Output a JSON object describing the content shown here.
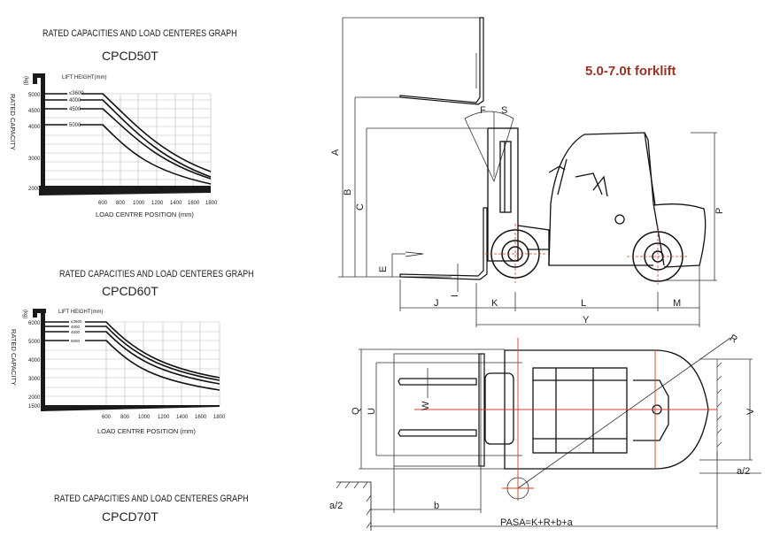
{
  "header": {
    "title": "5.0-7.0t forklift",
    "title_color": "#9a3324"
  },
  "graphs": [
    {
      "title": "RATED CAPACITIES AND LOAD CENTERES GRAPH",
      "model": "CPCD50T",
      "y_unit": "(kg)",
      "legend_title": "LIFT HEIGHT(mm)",
      "y_label": "RATED CAPACITY",
      "x_label": "LOAD CENTRE POSITION (mm)",
      "y_ticks": [
        "5000",
        "4500",
        "4000",
        "3000",
        "2000"
      ],
      "x_ticks": [
        "600",
        "800",
        "1000",
        "1200",
        "1400",
        "1600",
        "1800"
      ],
      "series_labels": [
        "≤3600",
        "4000",
        "4500",
        "5000"
      ]
    },
    {
      "title": "RATED CAPACITIES AND LOAD CENTERES GRAPH",
      "model": "CPCD60T",
      "y_unit": "(kg)",
      "legend_title": "LIFT HEIGHT(mm)",
      "y_label": "RATED CAPACITY",
      "x_label": "LOAD CENTRE POSITION (mm)",
      "y_ticks": [
        "6000",
        "5000",
        "4000",
        "3000",
        "2000",
        "1500"
      ],
      "x_ticks": [
        "600",
        "800",
        "1000",
        "1200",
        "1400",
        "1600",
        "1800"
      ],
      "series_labels": [
        "≤3600",
        "4000",
        "4500",
        "5000"
      ]
    },
    {
      "title": "RATED CAPACITIES AND LOAD CENTERES GRAPH",
      "model": "CPCD70T"
    }
  ],
  "chart_data": [
    {
      "type": "line",
      "title": "RATED CAPACITIES AND LOAD CENTERES GRAPH - CPCD50T",
      "xlabel": "LOAD CENTRE POSITION (mm)",
      "ylabel": "RATED CAPACITY (kg)",
      "x": [
        0,
        600,
        800,
        1000,
        1200,
        1400,
        1600,
        1800
      ],
      "series": [
        {
          "name": "≤3600",
          "values": [
            5000,
            5000,
            4350,
            3800,
            3350,
            3000,
            2700,
            2450
          ]
        },
        {
          "name": "4000",
          "values": [
            4800,
            4800,
            4200,
            3650,
            3200,
            2850,
            2550,
            2300
          ]
        },
        {
          "name": "4500",
          "values": [
            4500,
            4500,
            4000,
            3500,
            3100,
            2750,
            2500,
            2250
          ]
        },
        {
          "name": "5000",
          "values": [
            4000,
            4000,
            3500,
            3100,
            2750,
            2450,
            2250,
            2100
          ]
        }
      ],
      "ylim": [
        2000,
        5000
      ],
      "grid": true,
      "legend_position": "inline-left"
    },
    {
      "type": "line",
      "title": "RATED CAPACITIES AND LOAD CENTERES GRAPH - CPCD60T",
      "xlabel": "LOAD CENTRE POSITION (mm)",
      "ylabel": "RATED CAPACITY (kg)",
      "x": [
        0,
        600,
        800,
        1000,
        1200,
        1400,
        1600,
        1800
      ],
      "series": [
        {
          "name": "≤3600",
          "values": [
            6000,
            6000,
            5200,
            4600,
            4100,
            3700,
            3350,
            3050
          ]
        },
        {
          "name": "4000",
          "values": [
            5800,
            5800,
            5100,
            4500,
            4000,
            3600,
            3250,
            3000
          ]
        },
        {
          "name": "4500",
          "values": [
            5500,
            5500,
            4900,
            4300,
            3850,
            3450,
            3100,
            2850
          ]
        },
        {
          "name": "5000",
          "values": [
            5000,
            5000,
            4400,
            3900,
            3450,
            3100,
            2800,
            2550
          ]
        }
      ],
      "ylim": [
        1500,
        6000
      ],
      "grid": true,
      "legend_position": "inline-left"
    }
  ],
  "side_view": {
    "dimension_labels": [
      "A",
      "B",
      "C",
      "E",
      "F",
      "S",
      "I",
      "J",
      "K",
      "L",
      "M",
      "Y",
      "P"
    ]
  },
  "top_view": {
    "dimension_labels": [
      "Q",
      "U",
      "W",
      "R",
      "V",
      "a/2",
      "b",
      "a/2"
    ],
    "formula": "PASA=K+R+b+a"
  }
}
